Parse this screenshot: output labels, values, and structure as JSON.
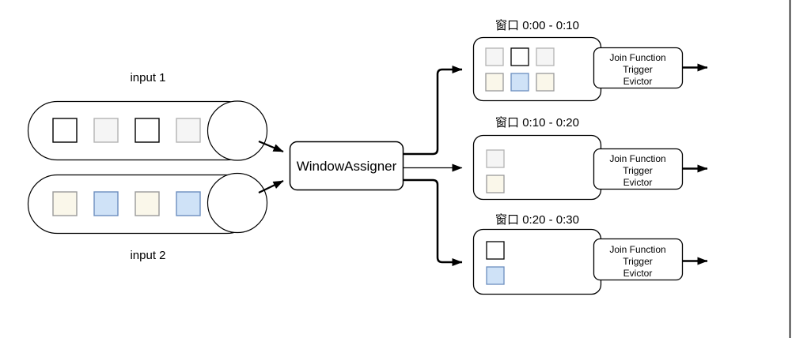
{
  "diagram": {
    "background": "#ffffff",
    "line_color": "#000000",
    "inputs": [
      {
        "label": "input 1",
        "squares": [
          {
            "name": "white-event",
            "fill": "#ffffff",
            "stroke": "#000000"
          },
          {
            "name": "gray-event",
            "fill": "#f5f5f5",
            "stroke": "#b3b3b3"
          },
          {
            "name": "white-event",
            "fill": "#ffffff",
            "stroke": "#000000"
          },
          {
            "name": "gray-event",
            "fill": "#f5f5f5",
            "stroke": "#b3b3b3"
          }
        ]
      },
      {
        "label": "input 2",
        "squares": [
          {
            "name": "cream-event",
            "fill": "#faf7ea",
            "stroke": "#999999"
          },
          {
            "name": "blue-event",
            "fill": "#cfe2f7",
            "stroke": "#6c8ebf"
          },
          {
            "name": "cream-event",
            "fill": "#faf7ea",
            "stroke": "#999999"
          },
          {
            "name": "blue-event",
            "fill": "#cfe2f7",
            "stroke": "#6c8ebf"
          }
        ]
      }
    ],
    "assigner": {
      "label": "WindowAssigner"
    },
    "windows": [
      {
        "title": "窗口 0:00 - 0:10",
        "squares": [
          {
            "fill": "#f5f5f5",
            "stroke": "#b3b3b3"
          },
          {
            "fill": "#ffffff",
            "stroke": "#000000"
          },
          {
            "fill": "#f5f5f5",
            "stroke": "#b3b3b3"
          },
          {
            "fill": "#faf7ea",
            "stroke": "#999999"
          },
          {
            "fill": "#cfe2f7",
            "stroke": "#6c8ebf"
          },
          {
            "fill": "#faf7ea",
            "stroke": "#999999"
          }
        ],
        "join_lines": [
          "Join Function",
          "Trigger",
          "Evictor"
        ]
      },
      {
        "title": "窗口 0:10 - 0:20",
        "squares": [
          {
            "fill": "#f5f5f5",
            "stroke": "#b3b3b3"
          },
          {
            "fill": "#faf7ea",
            "stroke": "#999999"
          }
        ],
        "join_lines": [
          "Join Function",
          "Trigger",
          "Evictor"
        ]
      },
      {
        "title": "窗口 0:20 - 0:30",
        "squares": [
          {
            "fill": "#ffffff",
            "stroke": "#000000"
          },
          {
            "fill": "#cfe2f7",
            "stroke": "#6c8ebf"
          }
        ],
        "join_lines": [
          "Join Function",
          "Trigger",
          "Evictor"
        ]
      }
    ]
  }
}
